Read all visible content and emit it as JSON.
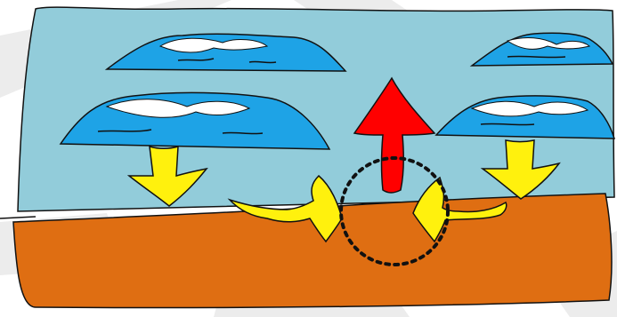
{
  "palette": {
    "background": "#ffffff",
    "watermark": "#ececec",
    "sky": "#92ccda",
    "ground": "#df6e12",
    "cloud": "#1ea3e6",
    "cloud_highlight": "#ffffff",
    "down_arrow": "#fff10d",
    "up_arrow": "#ff0000",
    "outline": "#111111",
    "focus_ring": "#111111"
  },
  "diagram": {
    "clouds": [
      {
        "name": "cloud-top-left"
      },
      {
        "name": "cloud-top-right"
      },
      {
        "name": "cloud-bottom-left"
      },
      {
        "name": "cloud-bottom-right"
      }
    ],
    "arrows": [
      {
        "name": "downdraft-arrow-left",
        "kind": "down-arrow"
      },
      {
        "name": "downdraft-arrow-right",
        "kind": "down-arrow"
      },
      {
        "name": "outflow-arrow-left",
        "kind": "outflow-arrow"
      },
      {
        "name": "outflow-arrow-right",
        "kind": "outflow-arrow"
      },
      {
        "name": "updraft-arrow",
        "kind": "up-arrow"
      }
    ],
    "highlight": {
      "name": "convergence-circle",
      "style": "dotted"
    }
  }
}
